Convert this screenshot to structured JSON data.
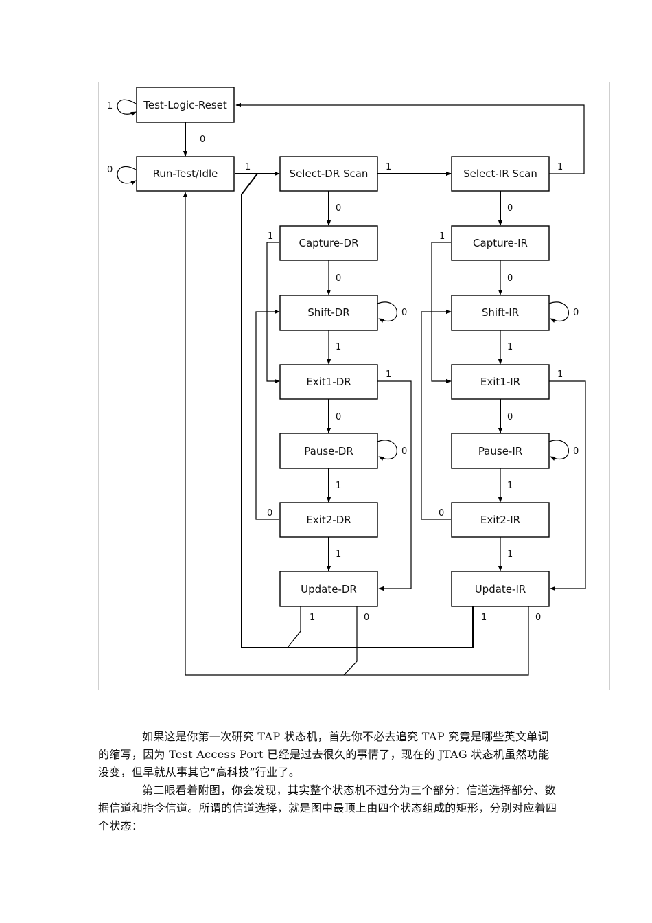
{
  "diagram": {
    "states": {
      "test_logic_reset": "Test-Logic-Reset",
      "run_test_idle": "Run-Test/Idle",
      "select_dr_scan": "Select-DR Scan",
      "select_ir_scan": "Select-IR Scan",
      "capture_dr": "Capture-DR",
      "shift_dr": "Shift-DR",
      "exit1_dr": "Exit1-DR",
      "pause_dr": "Pause-DR",
      "exit2_dr": "Exit2-DR",
      "update_dr": "Update-DR",
      "capture_ir": "Capture-IR",
      "shift_ir": "Shift-IR",
      "exit1_ir": "Exit1-IR",
      "pause_ir": "Pause-IR",
      "exit2_ir": "Exit2-IR",
      "update_ir": "Update-IR"
    },
    "edge_labels": {
      "one": "1",
      "zero": "0"
    }
  },
  "article": {
    "paragraph_1": "如果这是你第一次研究 TAP 状态机，首先你不必去追究 TAP 究竟是哪些英文单词的缩写，因为 Test  Access  Port 已经是过去很久的事情了，现在的 JTAG 状态机虽然功能没变，但早就从事其它“高科技”行业了。",
    "paragraph_2": "第二眼看着附图，你会发现，其实整个状态机不过分为三个部分：信道选择部分、数据信道和指令信道。所谓的信道选择，就是图中最顶上由四个状态组成的矩形，分别对应着四个状态："
  }
}
